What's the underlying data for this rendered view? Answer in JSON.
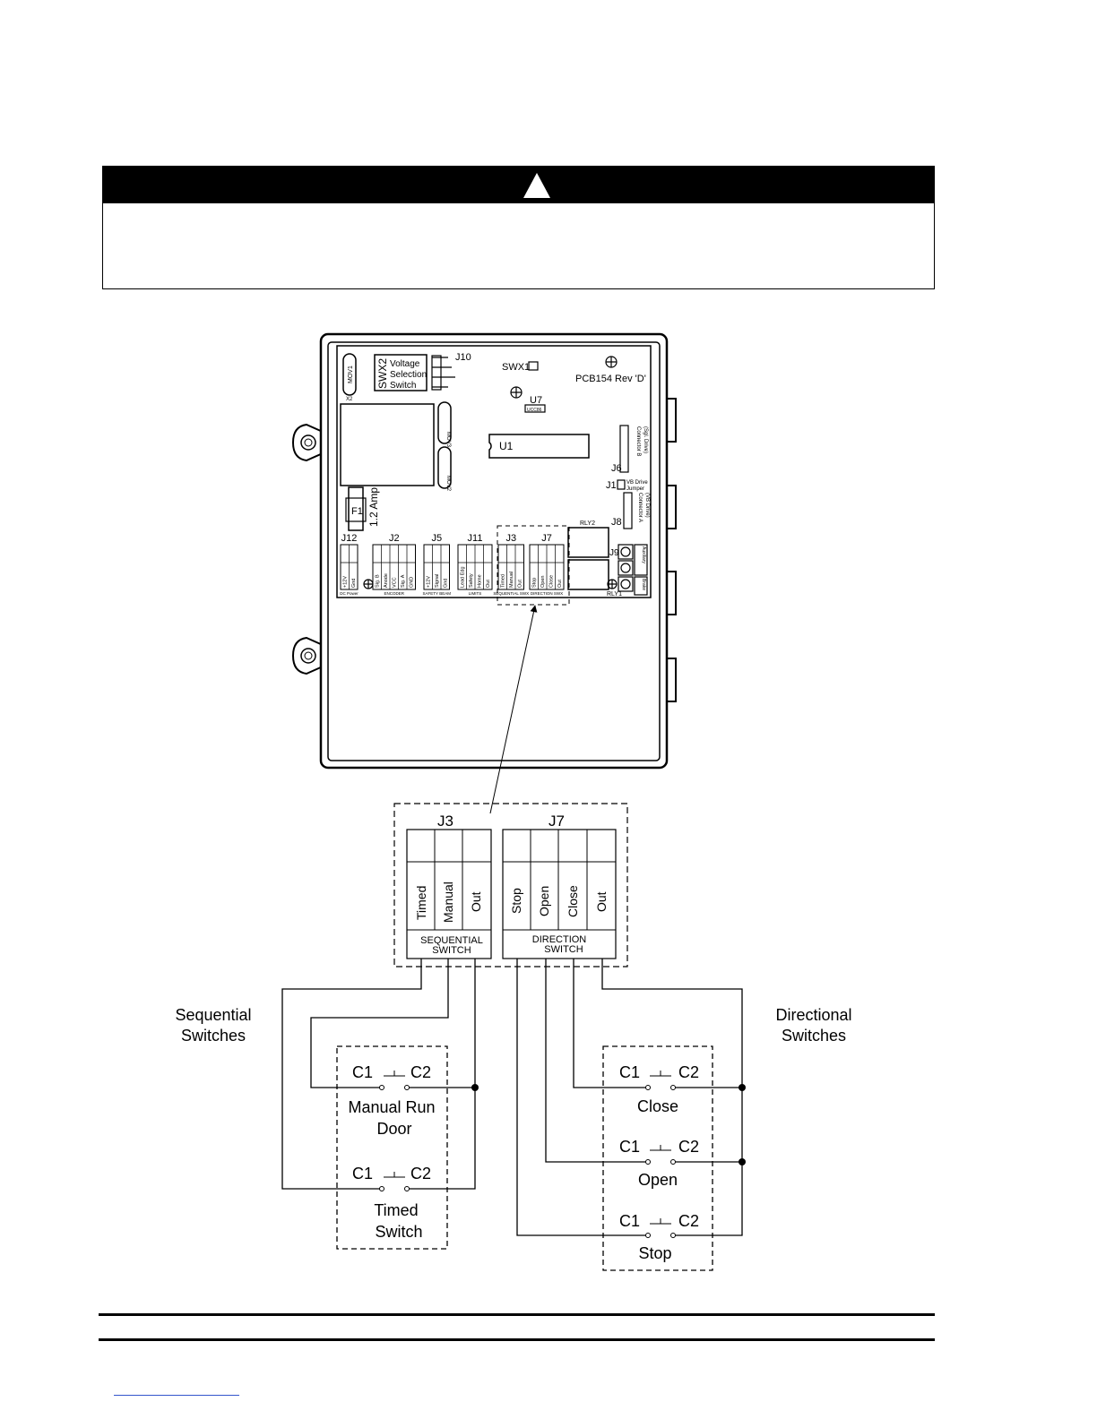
{
  "board": {
    "components": {
      "mov1": "MOV1",
      "x2": "X2",
      "swx2": "SWX2",
      "voltage": "Voltage",
      "selection": "Selection",
      "switch": "Switch",
      "j10": "J10",
      "swx1": "SWX1",
      "u7": "U7",
      "u7_part": "UCC86",
      "pcb": "PCB154 Rev 'D'",
      "mov3": "MOV3",
      "mov2": "MOV2",
      "u1": "U1",
      "j6": "J6",
      "connector_b": "Connector B",
      "connector_b_sub": "(Sgl. Drive)",
      "j1": "J1",
      "vb_drive": "VB Drive",
      "jumper": "Jumper",
      "j8": "J8",
      "connector_a": "Connector A",
      "connector_a_sub": "(VB Drive)",
      "f1": "F1",
      "amp": "1.2 Amp",
      "rly2": "RLY2",
      "rly1": "RLY1",
      "j9": "J9",
      "aux": "Auxiliary",
      "brake": "Brake"
    },
    "headers": [
      {
        "id": "j12",
        "label": "J12",
        "pins": [
          "+12V",
          "Gnd"
        ],
        "caption": "DC Power"
      },
      {
        "id": "j2",
        "label": "J2",
        "pins": [
          "Sig. B",
          "Anode",
          "VCC",
          "Sig. A",
          "GND"
        ],
        "caption": "ENCODER"
      },
      {
        "id": "j5",
        "label": "J5",
        "pins": [
          "+12V",
          "Signal",
          "Gnd"
        ],
        "caption": "SAFETY BEAM"
      },
      {
        "id": "j11",
        "label": "J11",
        "pins": [
          "Lead Edg",
          "Safety",
          "Home",
          "Out"
        ],
        "caption": "LIMITS"
      },
      {
        "id": "j3",
        "label": "J3",
        "pins": [
          "Timed",
          "Manual",
          "Out"
        ],
        "caption": "SEQUENTIAL SWX"
      },
      {
        "id": "j7",
        "label": "J7",
        "pins": [
          "Stop",
          "Open",
          "Close",
          "Out"
        ],
        "caption": "DIRECTION SWX"
      }
    ]
  },
  "detail": {
    "j3": {
      "label": "J3",
      "pins": [
        "Timed",
        "Manual",
        "Out"
      ],
      "caption_1": "SEQUENTIAL",
      "caption_2": "SWITCH"
    },
    "j7": {
      "label": "J7",
      "pins": [
        "Stop",
        "Open",
        "Close",
        "Out"
      ],
      "caption_1": "DIRECTION",
      "caption_2": "SWITCH"
    }
  },
  "wiring": {
    "left_title_1": "Sequential",
    "left_title_2": "Switches",
    "right_title_1": "Directional",
    "right_title_2": "Switches",
    "c1": "C1",
    "c2": "C2",
    "manual_1": "Manual Run",
    "manual_2": "Door",
    "timed_1": "Timed",
    "timed_2": "Switch",
    "close": "Close",
    "open": "Open",
    "stop": "Stop"
  }
}
